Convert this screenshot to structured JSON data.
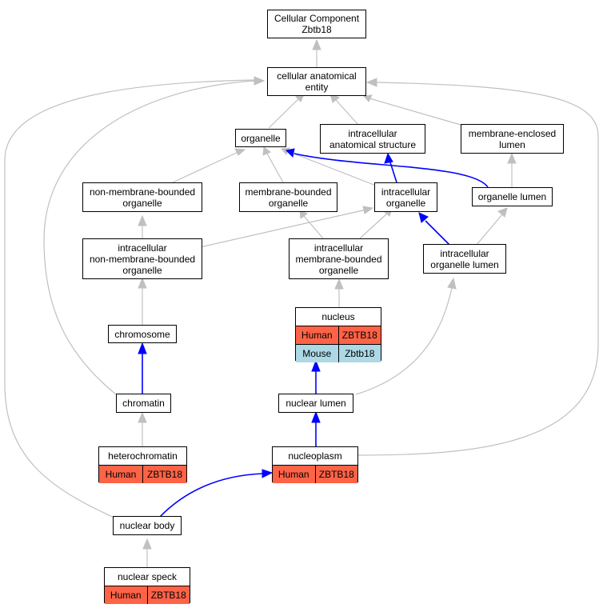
{
  "colors": {
    "edge_grey": "#C0C0C0",
    "edge_blue": "#0000FF",
    "human": "#FF6347",
    "mouse": "#ADD8E6"
  },
  "nodes": {
    "root": {
      "line1": "Cellular Component",
      "line2": "Zbtb18"
    },
    "cae": {
      "line1": "cellular anatomical",
      "line2": "entity"
    },
    "organelle": {
      "line1": "organelle"
    },
    "ias": {
      "line1": "intracellular",
      "line2": "anatomical structure"
    },
    "mel": {
      "line1": "membrane-enclosed",
      "line2": "lumen"
    },
    "nmbo": {
      "line1": "non-membrane-bounded",
      "line2": "organelle"
    },
    "mbo": {
      "line1": "membrane-bounded",
      "line2": "organelle"
    },
    "io": {
      "line1": "intracellular",
      "line2": "organelle"
    },
    "ol": {
      "line1": "organelle lumen"
    },
    "inmbo": {
      "line1": "intracellular",
      "line2": "non-membrane-bounded",
      "line3": "organelle"
    },
    "imbo": {
      "line1": "intracellular",
      "line2": "membrane-bounded",
      "line3": "organelle"
    },
    "iol": {
      "line1": "intracellular",
      "line2": "organelle lumen"
    },
    "chromosome": {
      "line1": "chromosome"
    },
    "chromatin": {
      "line1": "chromatin"
    },
    "nlumen": {
      "line1": "nuclear lumen"
    },
    "nbody": {
      "line1": "nuclear body"
    },
    "nucleus": {
      "label": "nucleus",
      "rows": [
        {
          "species": "Human",
          "gene": "ZBTB18"
        },
        {
          "species": "Mouse",
          "gene": "Zbtb18"
        }
      ]
    },
    "heterochromatin": {
      "label": "heterochromatin",
      "rows": [
        {
          "species": "Human",
          "gene": "ZBTB18"
        }
      ]
    },
    "nucleoplasm": {
      "label": "nucleoplasm",
      "rows": [
        {
          "species": "Human",
          "gene": "ZBTB18"
        }
      ]
    },
    "nspeck": {
      "label": "nuclear speck",
      "rows": [
        {
          "species": "Human",
          "gene": "ZBTB18"
        }
      ]
    }
  }
}
